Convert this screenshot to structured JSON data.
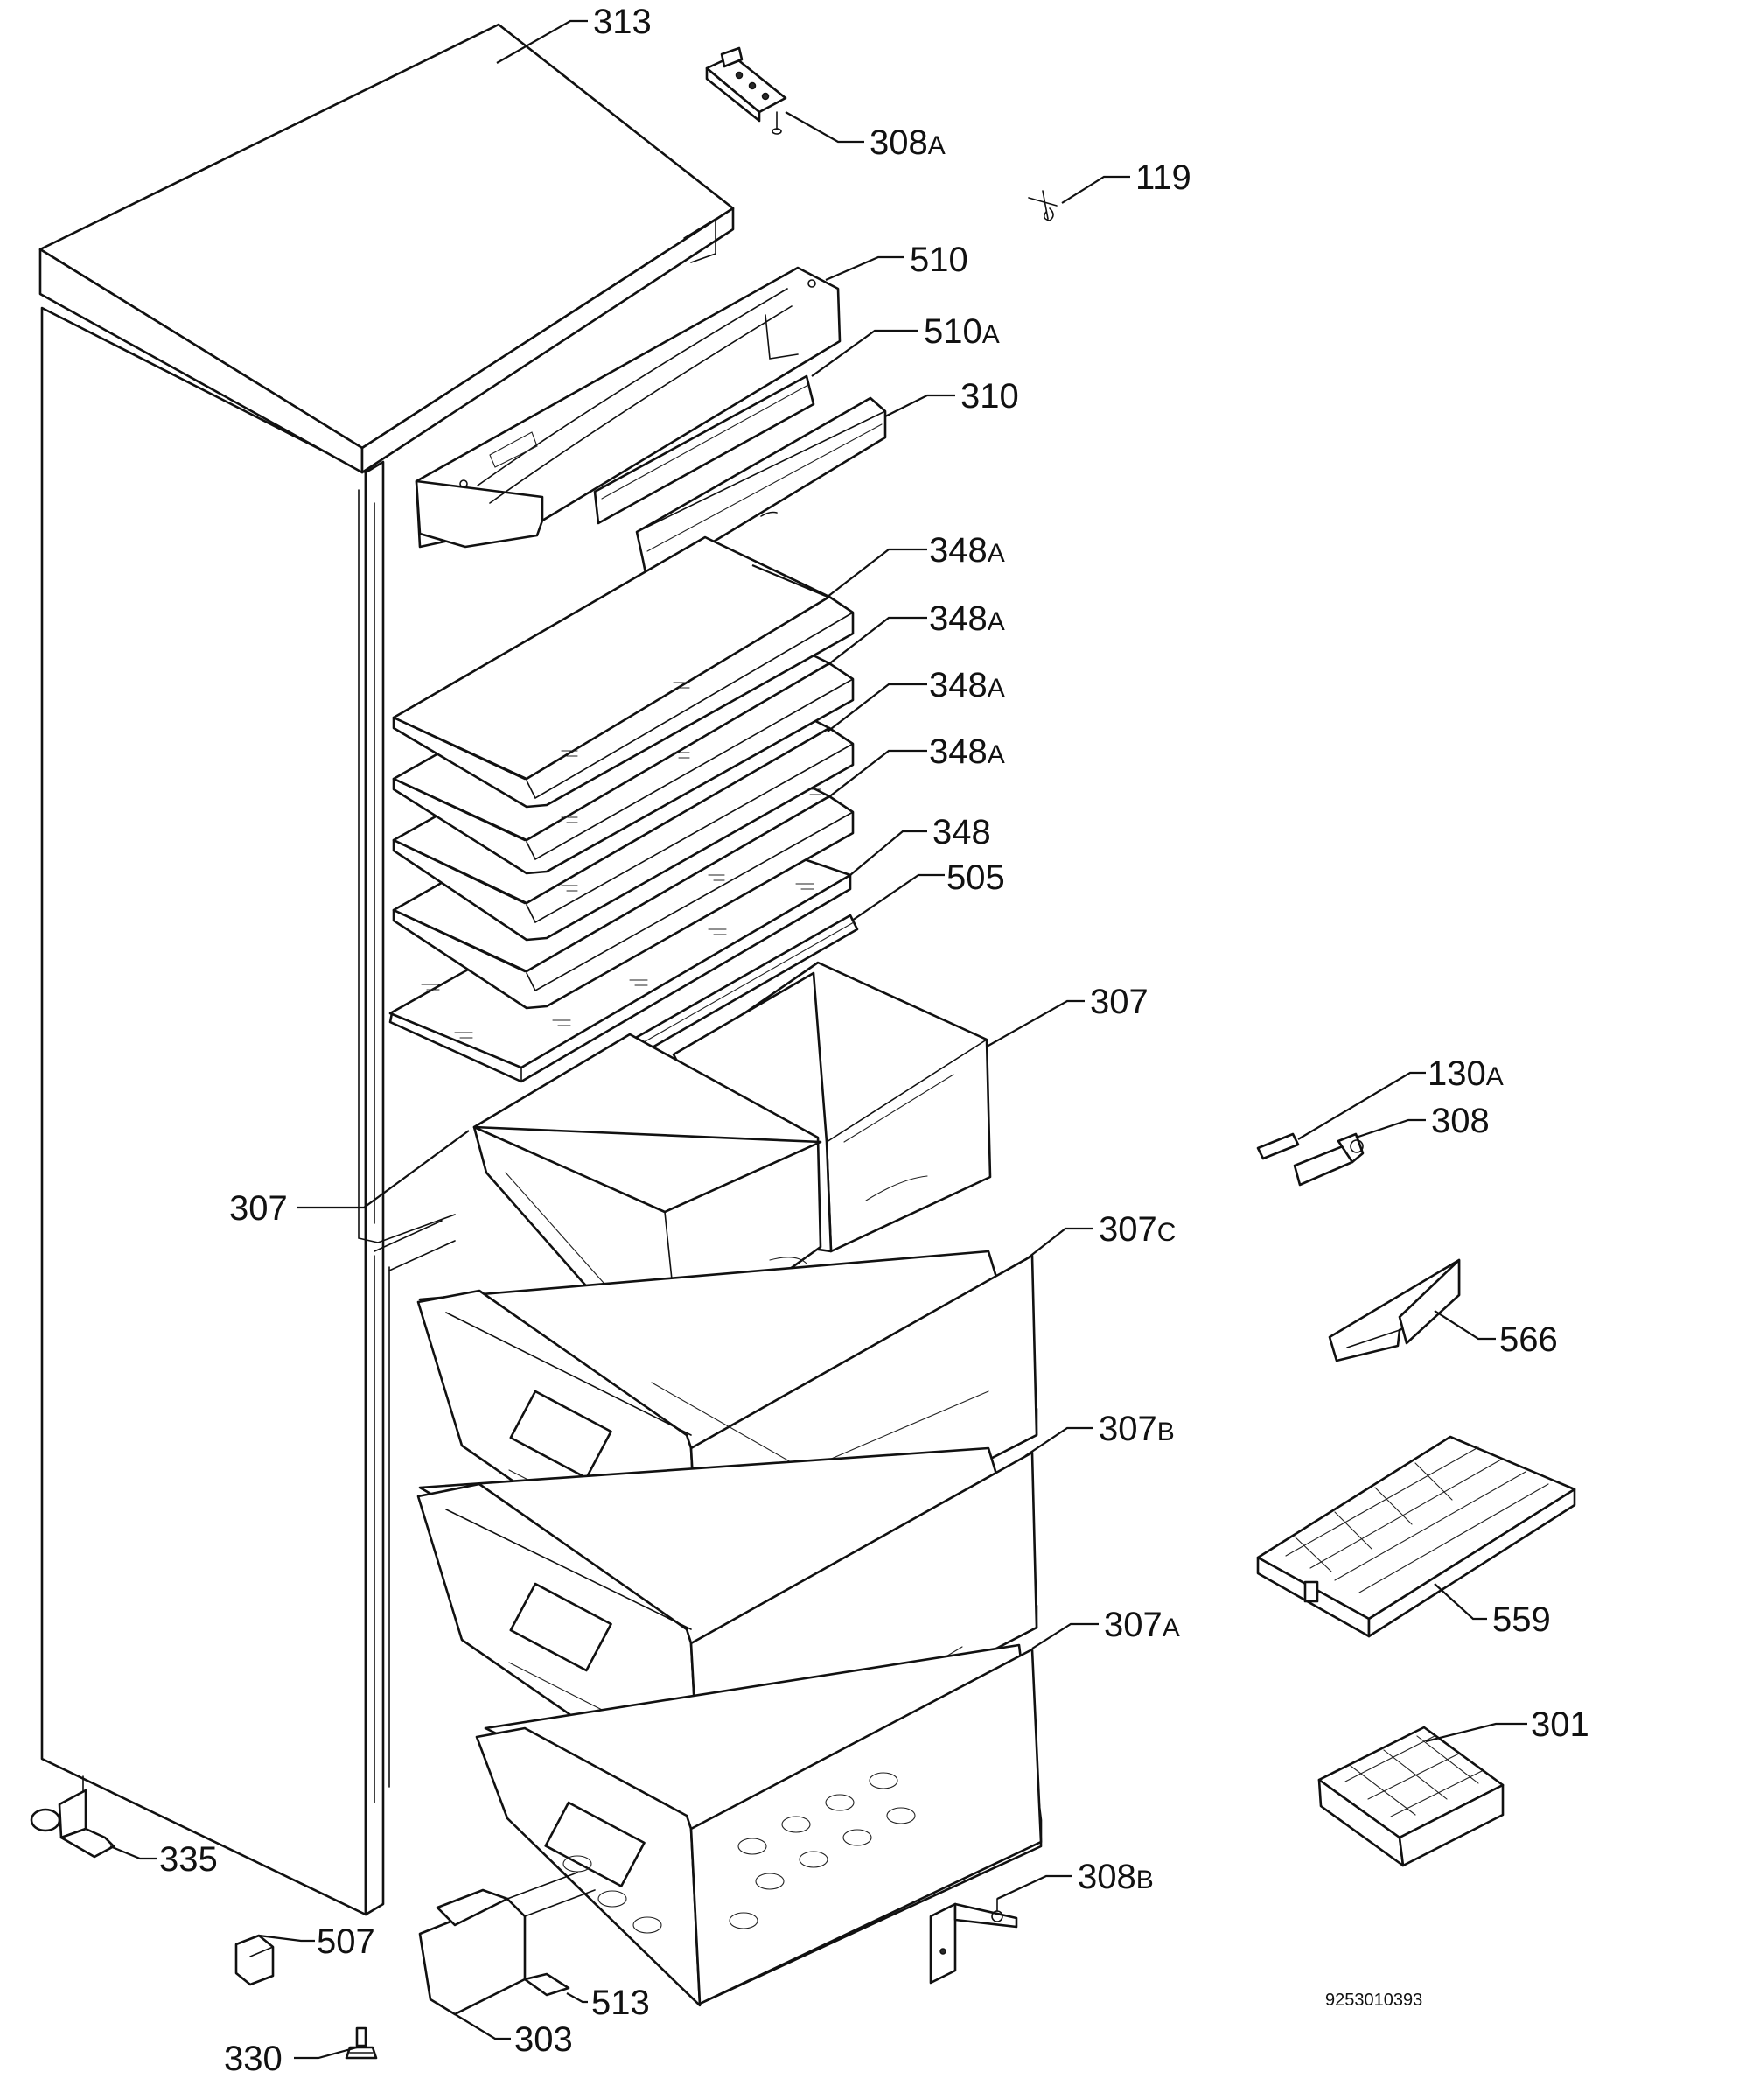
{
  "diagram": {
    "drawing_number": "9253010393"
  },
  "callouts": [
    {
      "id": "313",
      "number": "313",
      "suffix": ""
    },
    {
      "id": "308a",
      "number": "308",
      "suffix": "A"
    },
    {
      "id": "119",
      "number": "119",
      "suffix": ""
    },
    {
      "id": "510",
      "number": "510",
      "suffix": ""
    },
    {
      "id": "510a",
      "number": "510",
      "suffix": "A"
    },
    {
      "id": "310",
      "number": "310",
      "suffix": ""
    },
    {
      "id": "348a-1",
      "number": "348",
      "suffix": "A"
    },
    {
      "id": "348a-2",
      "number": "348",
      "suffix": "A"
    },
    {
      "id": "348a-3",
      "number": "348",
      "suffix": "A"
    },
    {
      "id": "348a-4",
      "number": "348",
      "suffix": "A"
    },
    {
      "id": "348",
      "number": "348",
      "suffix": ""
    },
    {
      "id": "505",
      "number": "505",
      "suffix": ""
    },
    {
      "id": "307-right",
      "number": "307",
      "suffix": ""
    },
    {
      "id": "307-left",
      "number": "307",
      "suffix": ""
    },
    {
      "id": "130a",
      "number": "130",
      "suffix": "A"
    },
    {
      "id": "308",
      "number": "308",
      "suffix": ""
    },
    {
      "id": "307c",
      "number": "307",
      "suffix": "C"
    },
    {
      "id": "566",
      "number": "566",
      "suffix": ""
    },
    {
      "id": "307b",
      "number": "307",
      "suffix": "B"
    },
    {
      "id": "559",
      "number": "559",
      "suffix": ""
    },
    {
      "id": "307a",
      "number": "307",
      "suffix": "A"
    },
    {
      "id": "301",
      "number": "301",
      "suffix": ""
    },
    {
      "id": "335",
      "number": "335",
      "suffix": ""
    },
    {
      "id": "308b",
      "number": "308",
      "suffix": "B"
    },
    {
      "id": "507",
      "number": "507",
      "suffix": ""
    },
    {
      "id": "513",
      "number": "513",
      "suffix": ""
    },
    {
      "id": "330",
      "number": "330",
      "suffix": ""
    },
    {
      "id": "303",
      "number": "303",
      "suffix": ""
    }
  ]
}
